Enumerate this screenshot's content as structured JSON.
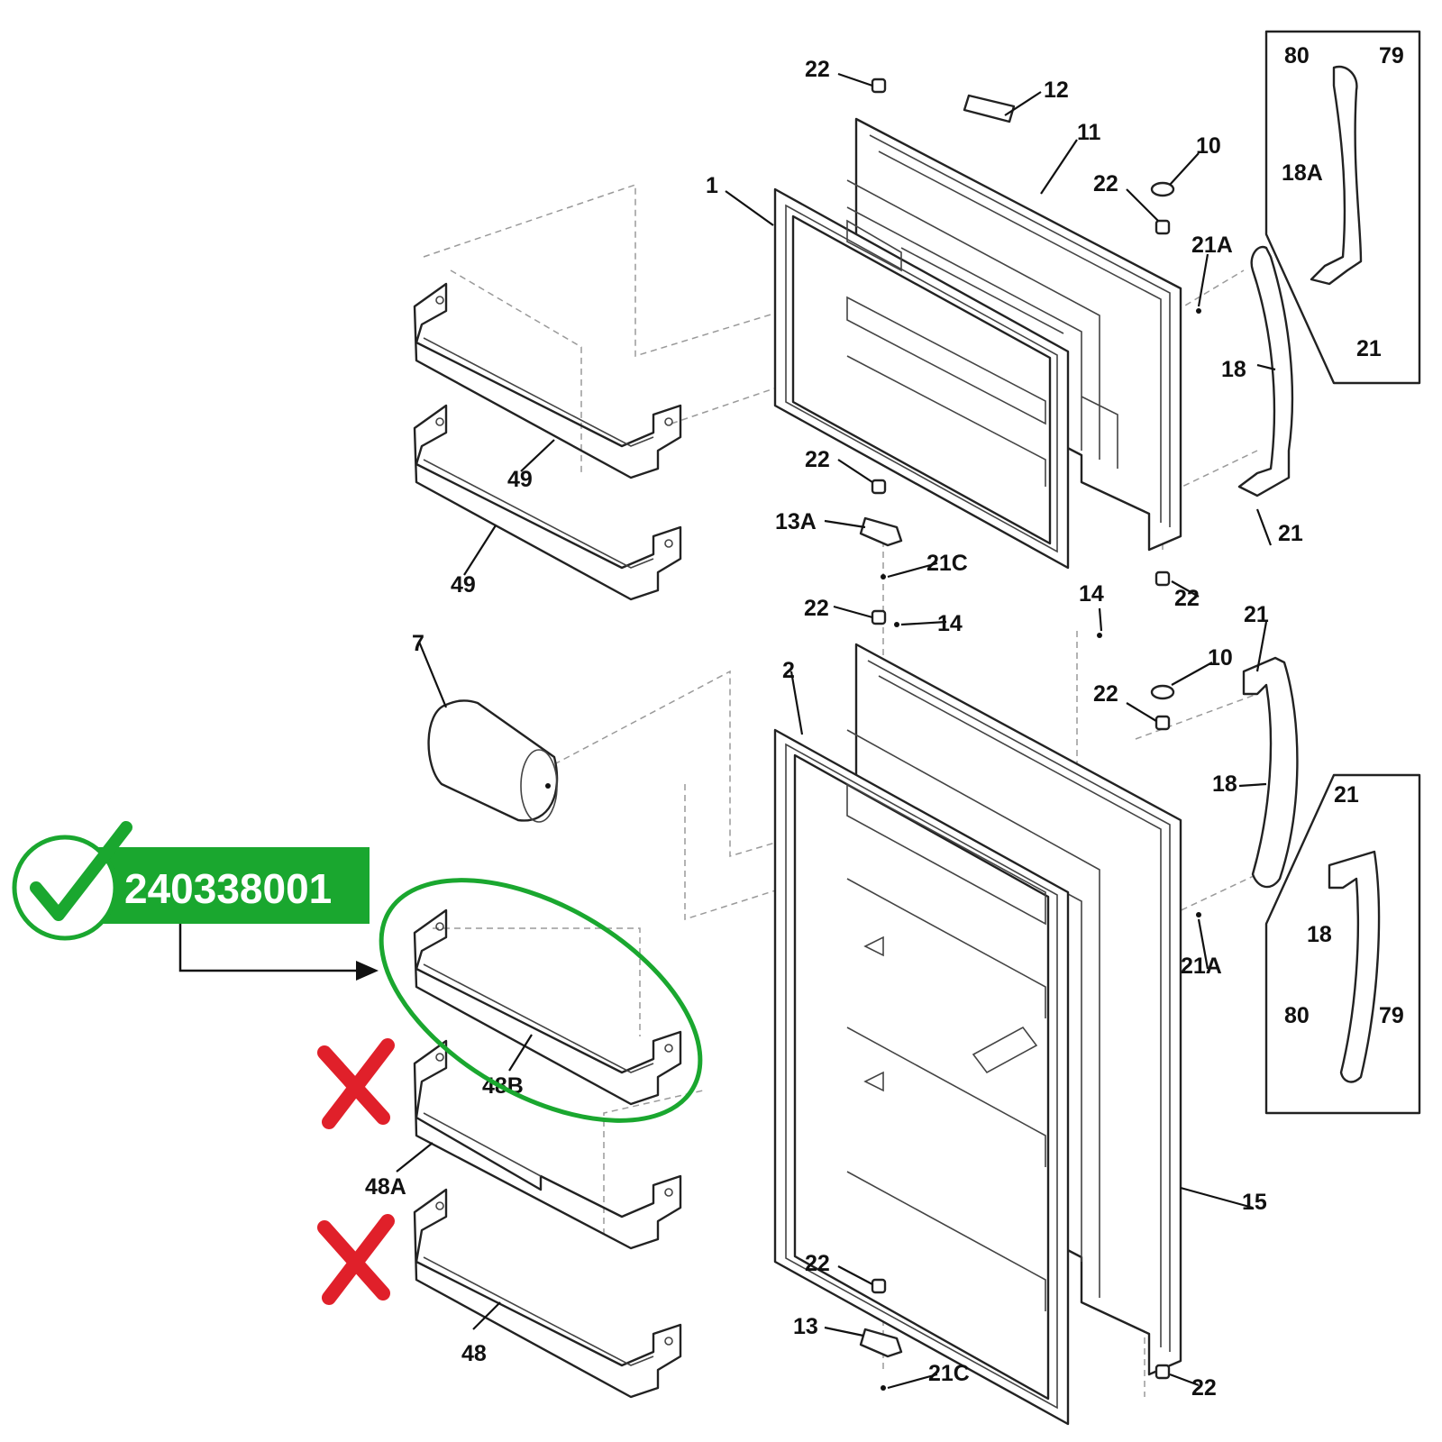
{
  "callout": {
    "part_number": "240338001",
    "accent_color": "#1aa72f",
    "reject_color": "#e0202a"
  },
  "icons": {
    "check": "check-circle-icon",
    "reject": "red-x-icon",
    "arrow": "arrow-right-icon"
  },
  "labels": {
    "l1": "1",
    "l2": "2",
    "l7": "7",
    "l10a": "10",
    "l10b": "10",
    "l11": "11",
    "l12": "12",
    "l13": "13",
    "l13a": "13A",
    "l14a": "14",
    "l14b": "14",
    "l15": "15",
    "l18a": "18",
    "l18b": "18",
    "l18c": "18",
    "l18A": "18A",
    "l21a": "21",
    "l21b": "21",
    "l21c": "21",
    "l21d": "21",
    "l21Aa": "21A",
    "l21Ab": "21A",
    "l21Ca": "21C",
    "l21Cb": "21C",
    "l22a": "22",
    "l22b": "22",
    "l22c": "22",
    "l22d": "22",
    "l22e": "22",
    "l22f": "22",
    "l22g": "22",
    "l22h": "22",
    "l48": "48",
    "l48A": "48A",
    "l48B": "48B",
    "l49a": "49",
    "l49b": "49",
    "l79a": "79",
    "l79b": "79",
    "l80a": "80",
    "l80b": "80"
  }
}
